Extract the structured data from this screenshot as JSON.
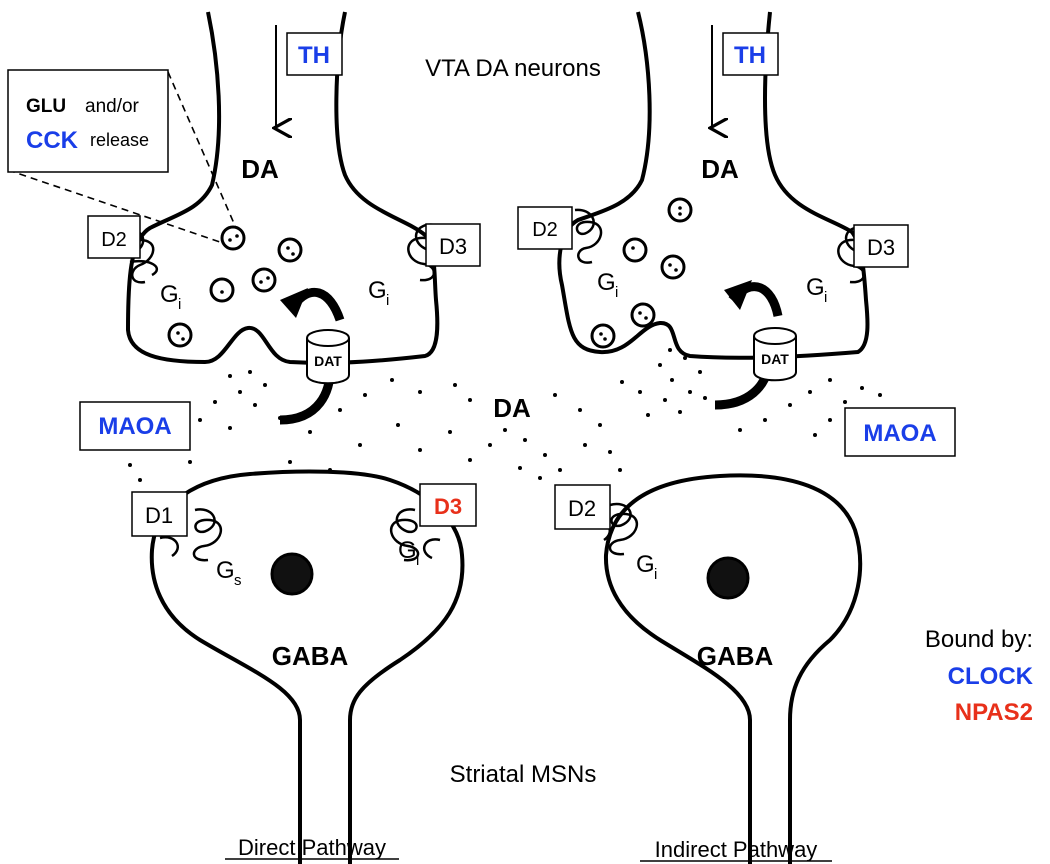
{
  "title": "VTA DA neurons",
  "bottom_title": "Striatal MSNs",
  "da_left": "DA",
  "da_right": "DA",
  "da_cleft": "DA",
  "th_left": "TH",
  "th_right": "TH",
  "inset": {
    "glu": "GLU",
    "andor": "and/or",
    "cck": "CCK",
    "release": "release"
  },
  "dat_left": "DAT",
  "dat_right": "DAT",
  "maoa_left": "MAOA",
  "maoa_right": "MAOA",
  "receptors": {
    "d2_pre_left": "D2",
    "d3_pre_left": "D3",
    "d2_pre_right": "D2",
    "d3_pre_right": "D3",
    "d1_post": "D1",
    "d3_post": "D3",
    "d2_post": "D2"
  },
  "g_proteins": {
    "g": "G",
    "gi": "i",
    "gs": "s"
  },
  "gaba_left": "GABA",
  "gaba_right": "GABA",
  "legend": {
    "title": "Bound by:",
    "clock": "CLOCK",
    "npas2": "NPAS2"
  },
  "pathways": {
    "direct": "Direct Pathway",
    "indirect": "Indirect Pathway"
  },
  "colors": {
    "clock": "#1a3ee8",
    "npas2": "#e8301a",
    "ink": "#000000"
  }
}
